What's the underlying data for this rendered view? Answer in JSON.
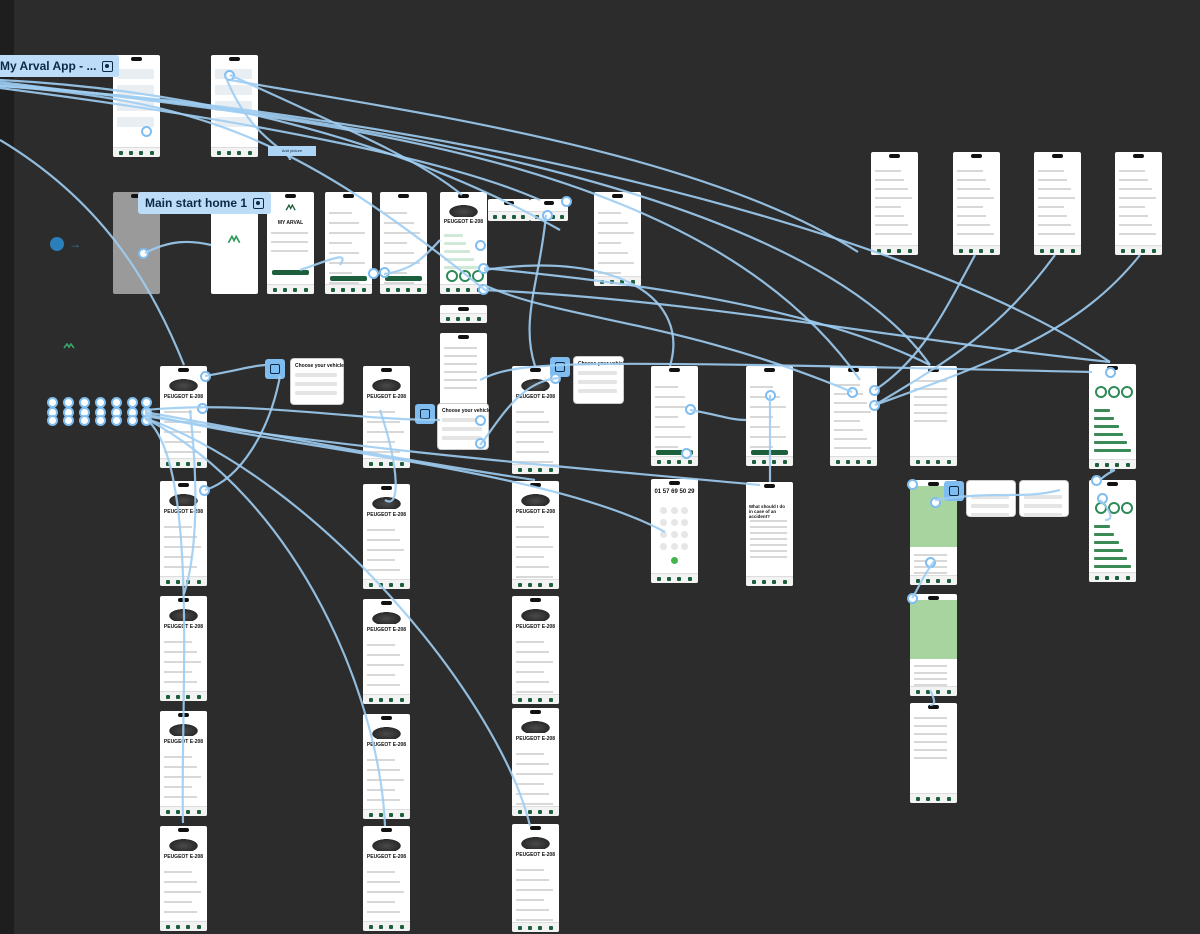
{
  "canvas": {
    "background": "#2c2c2c",
    "accent": "#7fbdf0",
    "brand_green": "#1d5e3d",
    "connector_color": "#9fcdf2"
  },
  "flow_labels": [
    {
      "text": "My Arval App - ...",
      "icon": "play-frame-icon"
    },
    {
      "text": "Main start home 1",
      "icon": "play-frame-icon"
    }
  ],
  "popups": [
    {
      "title": "Choose your vehicle"
    },
    {
      "title": "Choose your vehicle"
    },
    {
      "title": "Choose your vehicle"
    }
  ],
  "screens": {
    "vehicle_model": "PEUGEOT E-208",
    "app_name": "MY ARVAL",
    "dial_number": "01 57 69 50 29",
    "accident_title": "What should I do in case of an accident?",
    "button_small": "Add picture"
  },
  "start_marker": {
    "icon": "start-dot-icon",
    "arrow": "→"
  }
}
